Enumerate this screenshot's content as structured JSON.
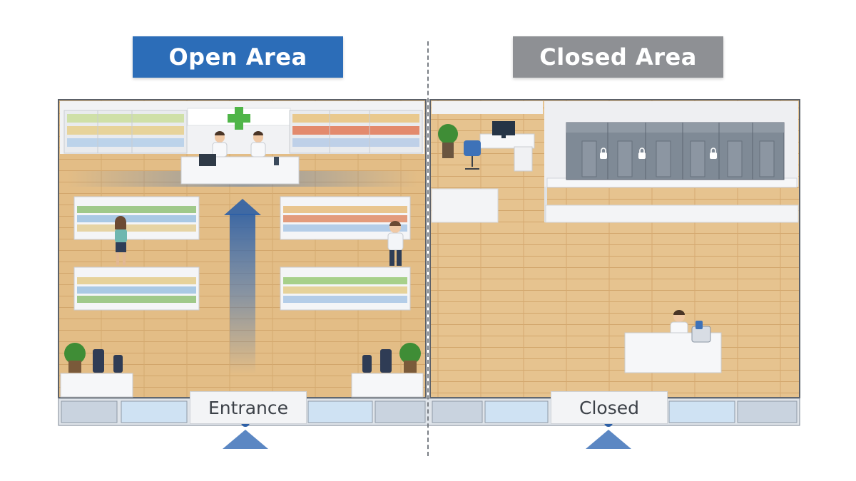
{
  "open_area": {
    "title": "Open Area",
    "door_label": "Entrance",
    "door_status": "open"
  },
  "closed_area": {
    "title": "Closed Area",
    "door_label": "Closed",
    "door_status": "closed"
  },
  "colors": {
    "open_banner": "#2c6db8",
    "closed_banner": "#8e9094",
    "floor": "#e3bd86",
    "floor_plank": "#d7ac72",
    "wall": "#f1f2f4",
    "shelf_frame": "#e9ebee",
    "cross": "#4fb548",
    "flow_arrow": "#3e72b8",
    "lockers": "#7f8a96",
    "window_glass": "#cfe2f3",
    "plant": "#3f8d36"
  },
  "icons": [
    "pharmacy-cross-icon",
    "flow-arrow-icon",
    "lock-icon",
    "door-marker-icon"
  ]
}
